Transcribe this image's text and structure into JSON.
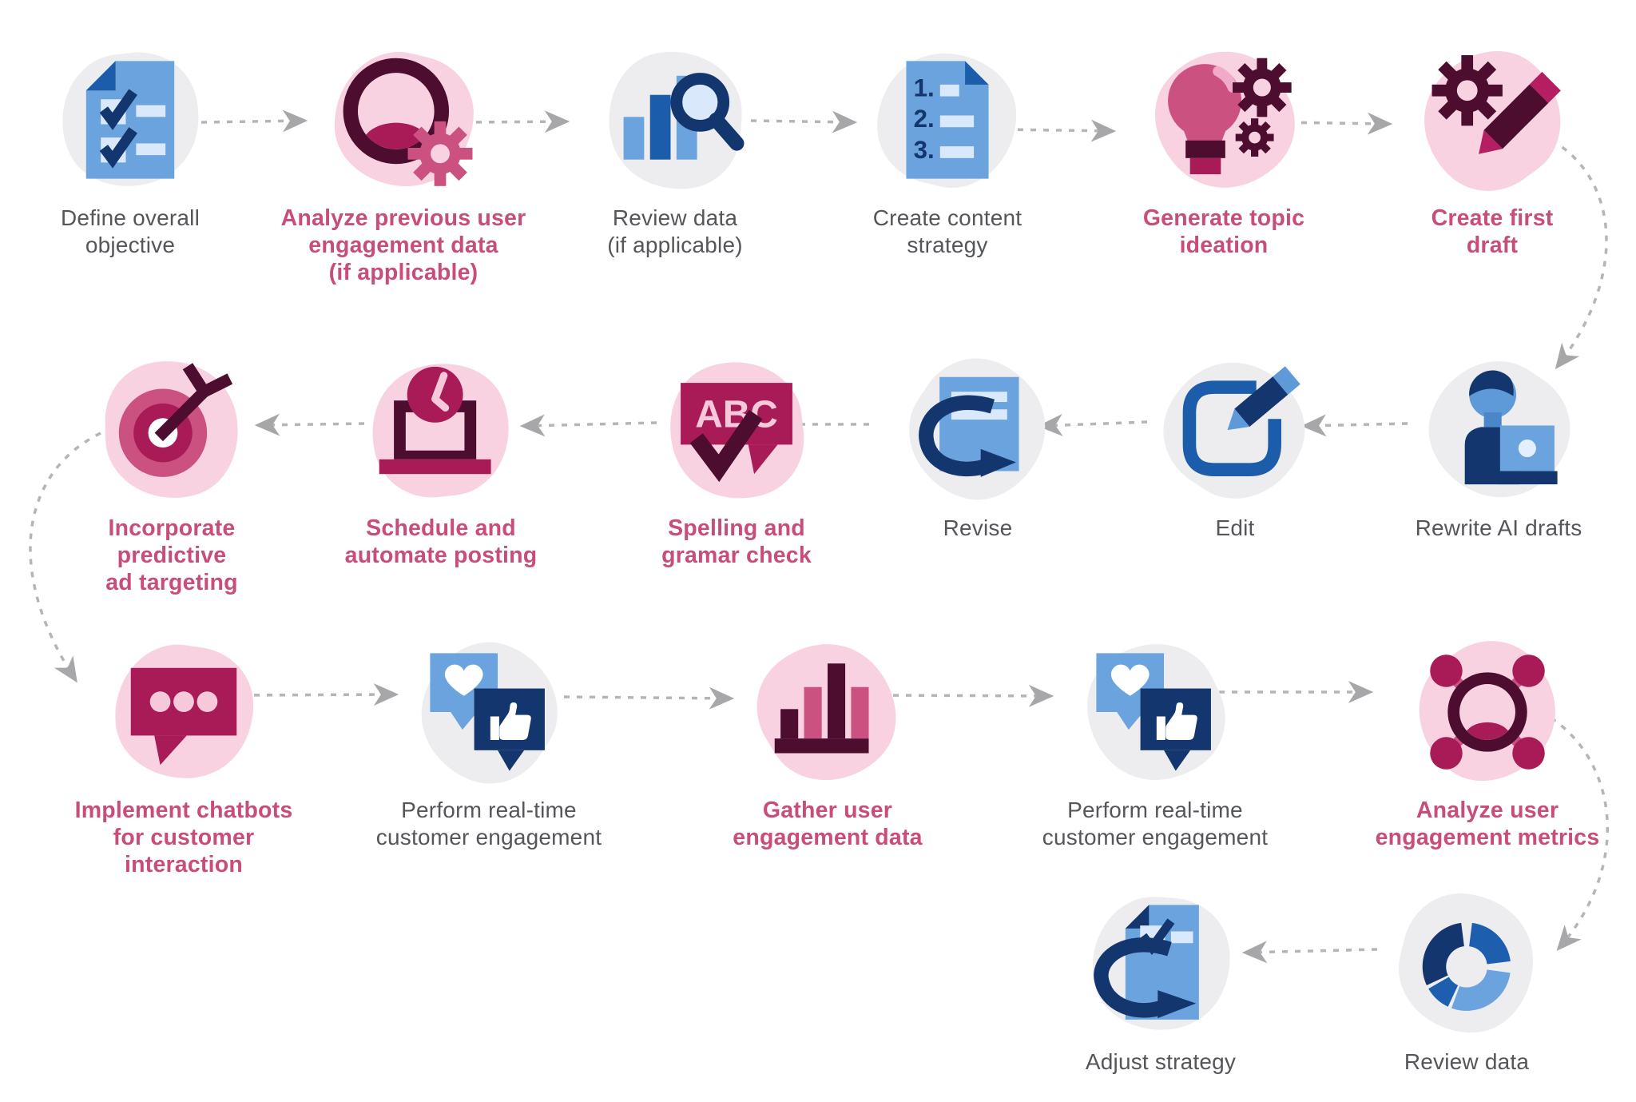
{
  "palette": {
    "accent_magenta_text": "#c84d7b",
    "gray_text": "#54565a",
    "blob_pink": "#f8d2e1",
    "blob_gray": "#ededef",
    "navy": "#14366e",
    "blue_medium": "#1b5cab",
    "blue_light": "#6aa3dd",
    "pale_blue": "#d9e8fa",
    "magenta": "#a81b57",
    "maroon": "#4d0d2f",
    "rose": "#cb5180",
    "arrow_gray": "#b5b5b6"
  },
  "arrows": {
    "style": "dashed",
    "color": "#b5b5b6",
    "count": 18
  },
  "steps": [
    {
      "id": 1,
      "label": "Define overall\nobjective",
      "emphasis": false,
      "blob": "gray",
      "icon": "checklist-document-icon"
    },
    {
      "id": 2,
      "label": "Analyze previous user\nengagement data\n(if applicable)",
      "emphasis": true,
      "blob": "pink",
      "icon": "user-gear-icon"
    },
    {
      "id": 3,
      "label": "Review data\n(if applicable)",
      "emphasis": false,
      "blob": "gray",
      "icon": "bar-chart-magnifier-icon"
    },
    {
      "id": 4,
      "label": "Create content\nstrategy",
      "emphasis": false,
      "blob": "gray",
      "icon": "numbered-list-document-icon"
    },
    {
      "id": 5,
      "label": "Generate topic\nideation",
      "emphasis": true,
      "blob": "pink",
      "icon": "lightbulb-gears-icon"
    },
    {
      "id": 6,
      "label": "Create first\ndraft",
      "emphasis": true,
      "blob": "pink",
      "icon": "gear-pencil-icon"
    },
    {
      "id": 7,
      "label": "Rewrite AI drafts",
      "emphasis": false,
      "blob": "gray",
      "icon": "person-laptop-icon"
    },
    {
      "id": 8,
      "label": "Edit",
      "emphasis": false,
      "blob": "gray",
      "icon": "edit-pencil-square-icon"
    },
    {
      "id": 9,
      "label": "Revise",
      "emphasis": false,
      "blob": "gray",
      "icon": "document-loop-arrow-icon"
    },
    {
      "id": 10,
      "label": "Spelling and\ngramar check",
      "emphasis": true,
      "blob": "pink",
      "icon": "abc-check-bubble-icon"
    },
    {
      "id": 11,
      "label": "Schedule and\nautomate posting",
      "emphasis": true,
      "blob": "pink",
      "icon": "laptop-clock-icon"
    },
    {
      "id": 12,
      "label": "Incorporate\npredictive\nad targeting",
      "emphasis": true,
      "blob": "pink",
      "icon": "target-dart-icon"
    },
    {
      "id": 13,
      "label": "Implement chatbots\nfor customer\ninteraction",
      "emphasis": true,
      "blob": "pink",
      "icon": "chat-bubble-dots-icon"
    },
    {
      "id": 14,
      "label": "Perform real-time\ncustomer engagement",
      "emphasis": false,
      "blob": "gray",
      "icon": "heart-thumbsup-bubbles-icon"
    },
    {
      "id": 15,
      "label": "Gather user\nengagement data",
      "emphasis": true,
      "blob": "pink",
      "icon": "bar-chart-icon"
    },
    {
      "id": 16,
      "label": "Perform real-time\ncustomer engagement",
      "emphasis": false,
      "blob": "gray",
      "icon": "heart-thumbsup-bubbles-icon"
    },
    {
      "id": 17,
      "label": "Analyze user\nengagement metrics",
      "emphasis": true,
      "blob": "pink",
      "icon": "person-network-icon"
    },
    {
      "id": 18,
      "label": "Review data",
      "emphasis": false,
      "blob": "gray",
      "icon": "donut-chart-icon"
    },
    {
      "id": 19,
      "label": "Adjust strategy",
      "emphasis": false,
      "blob": "gray",
      "icon": "document-check-loop-arrow-icon"
    }
  ]
}
